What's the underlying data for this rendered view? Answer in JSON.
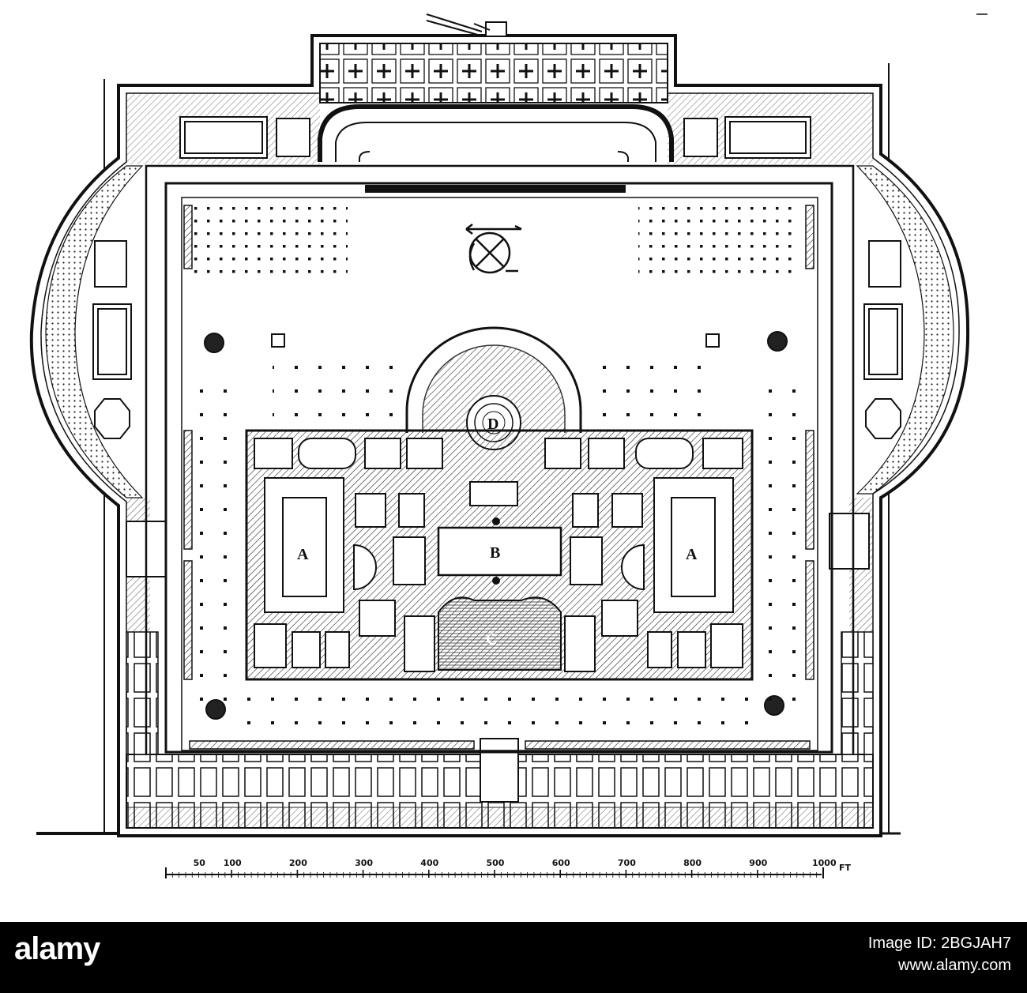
{
  "labels": {
    "a_left": "A",
    "a_right": "A",
    "b": "B",
    "c": "C",
    "d": "D"
  },
  "scale_bar": {
    "ticks": [
      "50",
      "100",
      "200",
      "300",
      "400",
      "500",
      "600",
      "700",
      "800",
      "900",
      "1000"
    ],
    "unit": "FT"
  },
  "footer": {
    "logo": "alamy",
    "image_id_label": "Image ID: 2BGJAH7",
    "url": "www.alamy.com"
  }
}
